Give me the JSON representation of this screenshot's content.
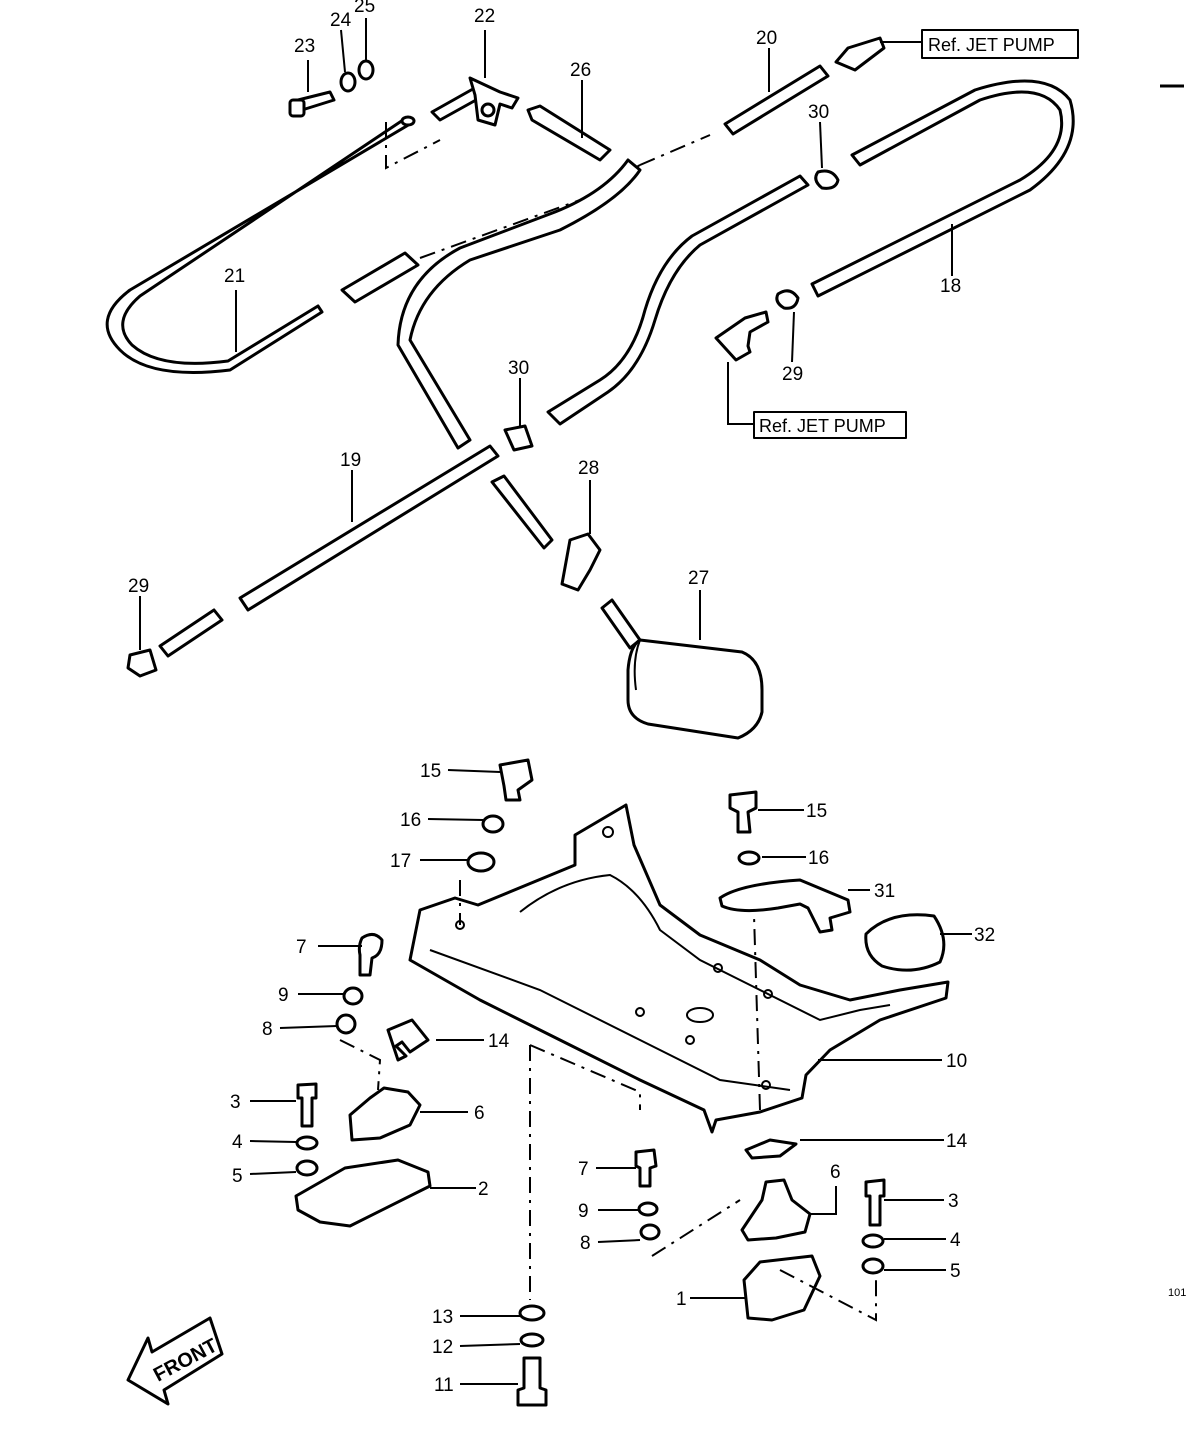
{
  "figure_code": "101",
  "front_label": "FRONT",
  "ref_labels": {
    "top": "Ref. JET PUMP",
    "middle": "Ref. JET PUMP"
  },
  "callouts": {
    "c1": "1",
    "c2": "2",
    "c3a": "3",
    "c3b": "3",
    "c4a": "4",
    "c4b": "4",
    "c5a": "5",
    "c5b": "5",
    "c6a": "6",
    "c6b": "6",
    "c7a": "7",
    "c7b": "7",
    "c8a": "8",
    "c8b": "8",
    "c9a": "9",
    "c9b": "9",
    "c10": "10",
    "c11": "11",
    "c12": "12",
    "c13": "13",
    "c14a": "14",
    "c14b": "14",
    "c15a": "15",
    "c15b": "15",
    "c16a": "16",
    "c16b": "16",
    "c17": "17",
    "c18": "18",
    "c19": "19",
    "c20": "20",
    "c21": "21",
    "c22": "22",
    "c23": "23",
    "c24": "24",
    "c25": "25",
    "c26": "26",
    "c27": "27",
    "c28": "28",
    "c29a": "29",
    "c29b": "29",
    "c30a": "30",
    "c30b": "30",
    "c31": "31",
    "c32": "32"
  }
}
